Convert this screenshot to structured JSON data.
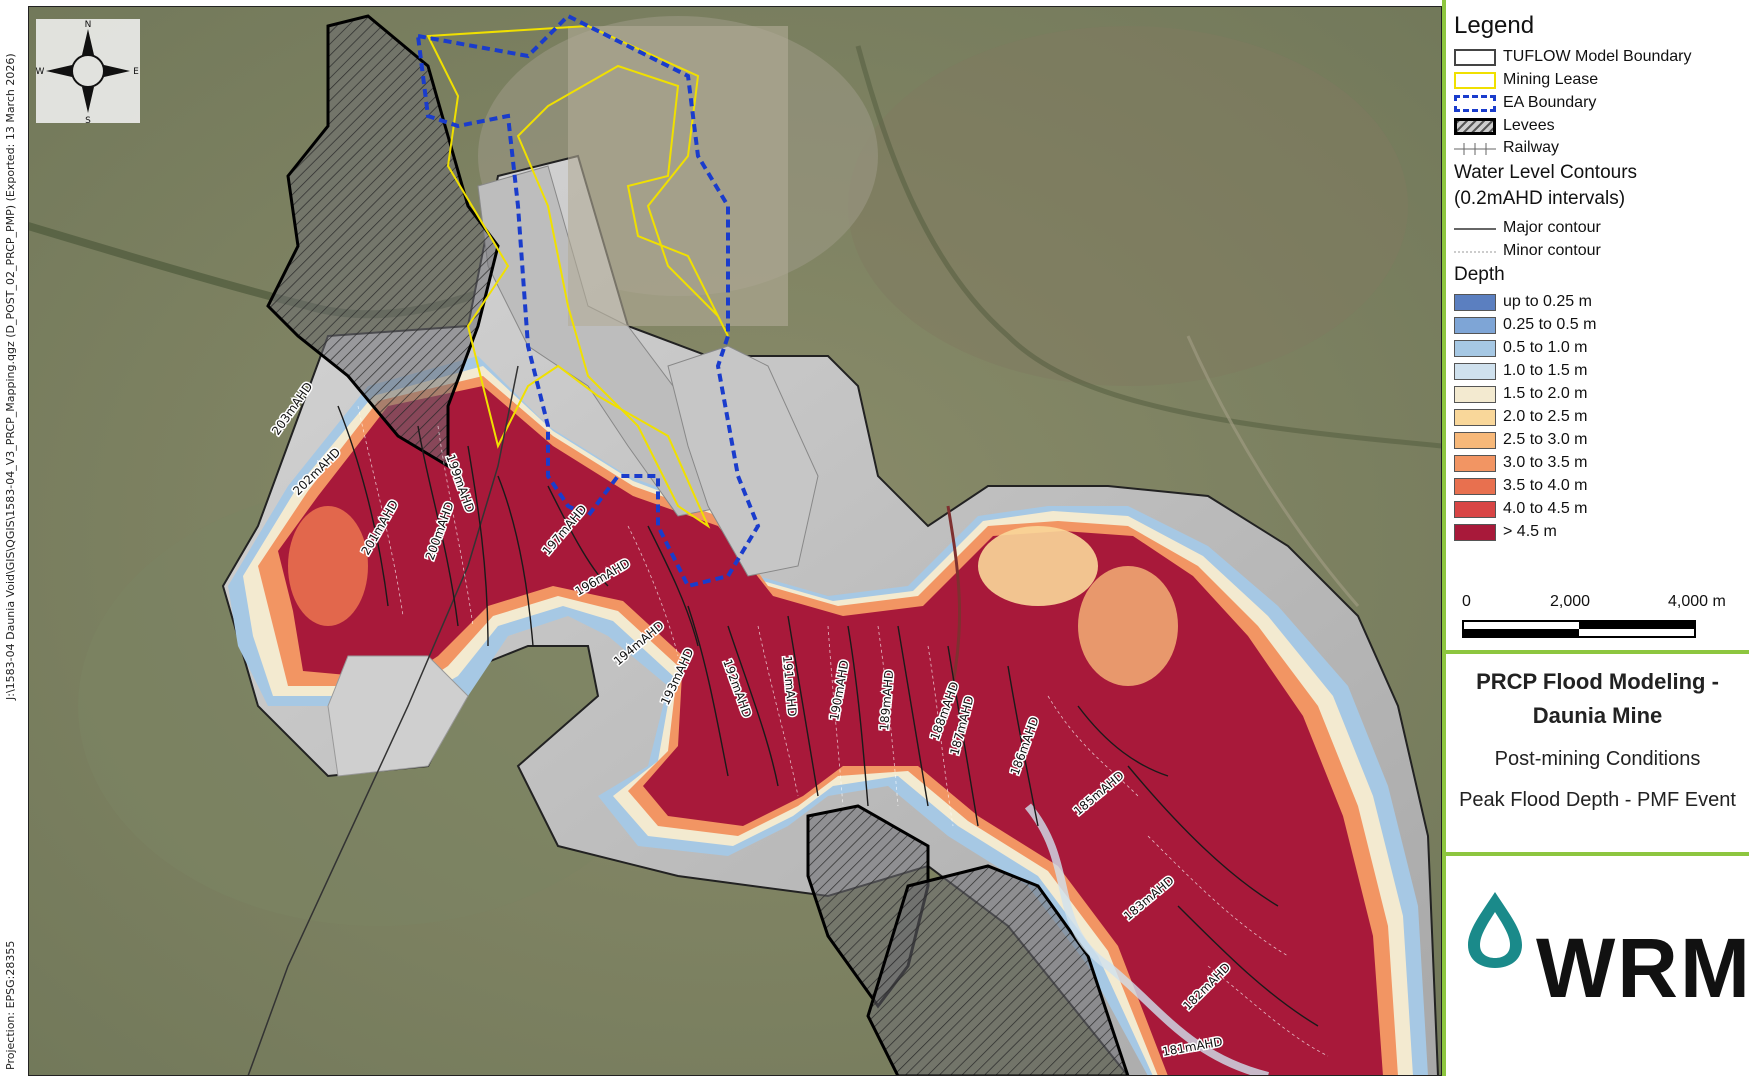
{
  "margin_text": {
    "path": "J:\\1583-04 Daunia Void\\GIS\\QGIS\\1583-04_V3_PRCP_Mapping.qgz (D_POST_02_PRCP_PMP) (Exported: 13 March 2026)",
    "projection": "Projection: EPSG:28355"
  },
  "north_arrow": {
    "n": "N",
    "s": "S",
    "e": "E",
    "w": "W"
  },
  "legend": {
    "title": "Legend",
    "items": [
      {
        "label": "TUFLOW Model Boundary",
        "icon": "model-boundary"
      },
      {
        "label": "Mining Lease",
        "icon": "mining-lease",
        "color": "#f0e000"
      },
      {
        "label": "EA Boundary",
        "icon": "ea-boundary",
        "color": "#1a3ccc"
      },
      {
        "label": "Levees",
        "icon": "levee-hatch"
      },
      {
        "label": "Railway",
        "icon": "railway"
      }
    ],
    "contours_heading_1": "Water Level Contours",
    "contours_heading_2": "(0.2mAHD intervals)",
    "contours": [
      {
        "label": "Major contour",
        "icon": "major-contour-line"
      },
      {
        "label": "Minor contour",
        "icon": "minor-contour-line"
      }
    ],
    "depth_heading": "Depth",
    "depth_classes": [
      {
        "label": "up to 0.25 m",
        "color": "#5b7fc0"
      },
      {
        "label": "0.25 to 0.5 m",
        "color": "#7ea5d6"
      },
      {
        "label": "0.5 to 1.0 m",
        "color": "#a6c8e4"
      },
      {
        "label": "1.0 to 1.5 m",
        "color": "#cfe1ee"
      },
      {
        "label": "1.5 to 2.0 m",
        "color": "#f3ead0"
      },
      {
        "label": "2.0 to 2.5 m",
        "color": "#f9d79a"
      },
      {
        "label": "2.5 to 3.0 m",
        "color": "#f7b879"
      },
      {
        "label": "3.0 to 3.5 m",
        "color": "#f29563"
      },
      {
        "label": "3.5 to 4.0 m",
        "color": "#e8704f"
      },
      {
        "label": "4.0 to 4.5 m",
        "color": "#d84545"
      },
      {
        "label": "> 4.5 m",
        "color": "#a8193a"
      }
    ]
  },
  "scale_bar": {
    "label_0": "0",
    "label_mid": "2,000",
    "label_end": "4,000 m"
  },
  "title_block": {
    "line1": "PRCP Flood Modeling -",
    "line2": "Daunia Mine",
    "subtitle1": "Post-mining Conditions",
    "subtitle2": "Peak Flood Depth - PMF Event"
  },
  "logo": {
    "text": "WRM",
    "drop_color": "#1a8a8a"
  },
  "map_labels": [
    "203mAHD",
    "202mAHD",
    "201mAHD",
    "200mAHD",
    "199mAHD",
    "197mAHD",
    "196mAHD",
    "194mAHD",
    "193mAHD",
    "192mAHD",
    "191mAHD",
    "190mAHD",
    "189mAHD",
    "188mAHD",
    "187mAHD",
    "186mAHD",
    "185mAHD",
    "183mAHD",
    "182mAHD",
    "181mAHD"
  ]
}
